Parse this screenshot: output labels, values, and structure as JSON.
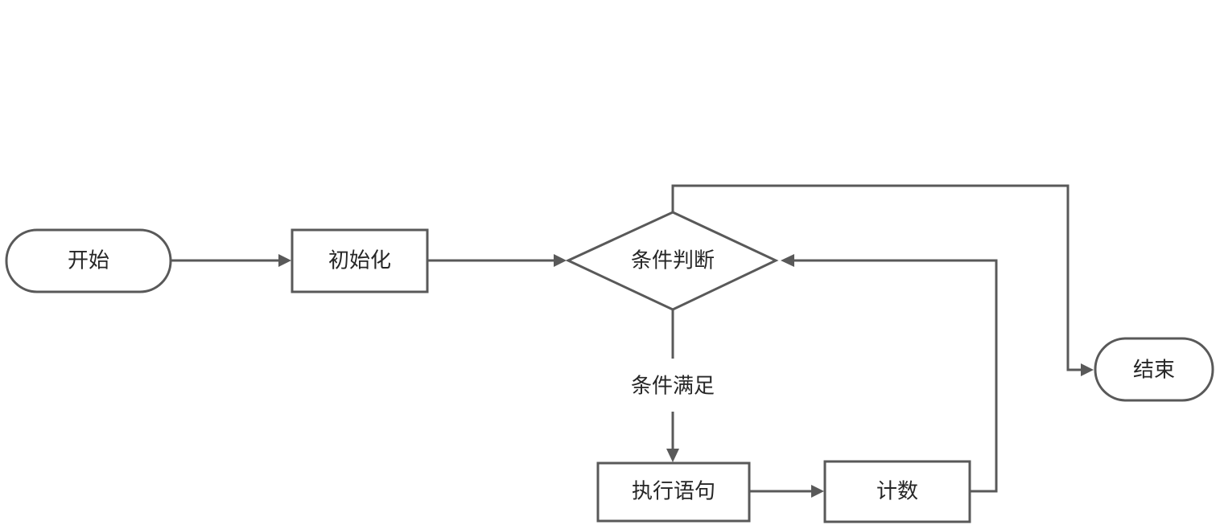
{
  "diagram": {
    "type": "flowchart",
    "colors": {
      "stroke": "#595959",
      "fill": "#ffffff",
      "text": "#262626",
      "background": "#ffffff"
    },
    "nodes": {
      "start": {
        "shape": "terminator",
        "label": "开始"
      },
      "init": {
        "shape": "process",
        "label": "初始化"
      },
      "condition": {
        "shape": "decision",
        "label": "条件判断"
      },
      "execute": {
        "shape": "process",
        "label": "执行语句"
      },
      "count": {
        "shape": "process",
        "label": "计数"
      },
      "end": {
        "shape": "terminator",
        "label": "结束"
      }
    },
    "edges": [
      {
        "from": "start",
        "to": "init",
        "label": ""
      },
      {
        "from": "init",
        "to": "condition",
        "label": ""
      },
      {
        "from": "condition",
        "to": "execute",
        "label": "条件满足"
      },
      {
        "from": "execute",
        "to": "count",
        "label": ""
      },
      {
        "from": "count",
        "to": "condition",
        "label": ""
      },
      {
        "from": "condition",
        "to": "end",
        "label": ""
      }
    ]
  }
}
